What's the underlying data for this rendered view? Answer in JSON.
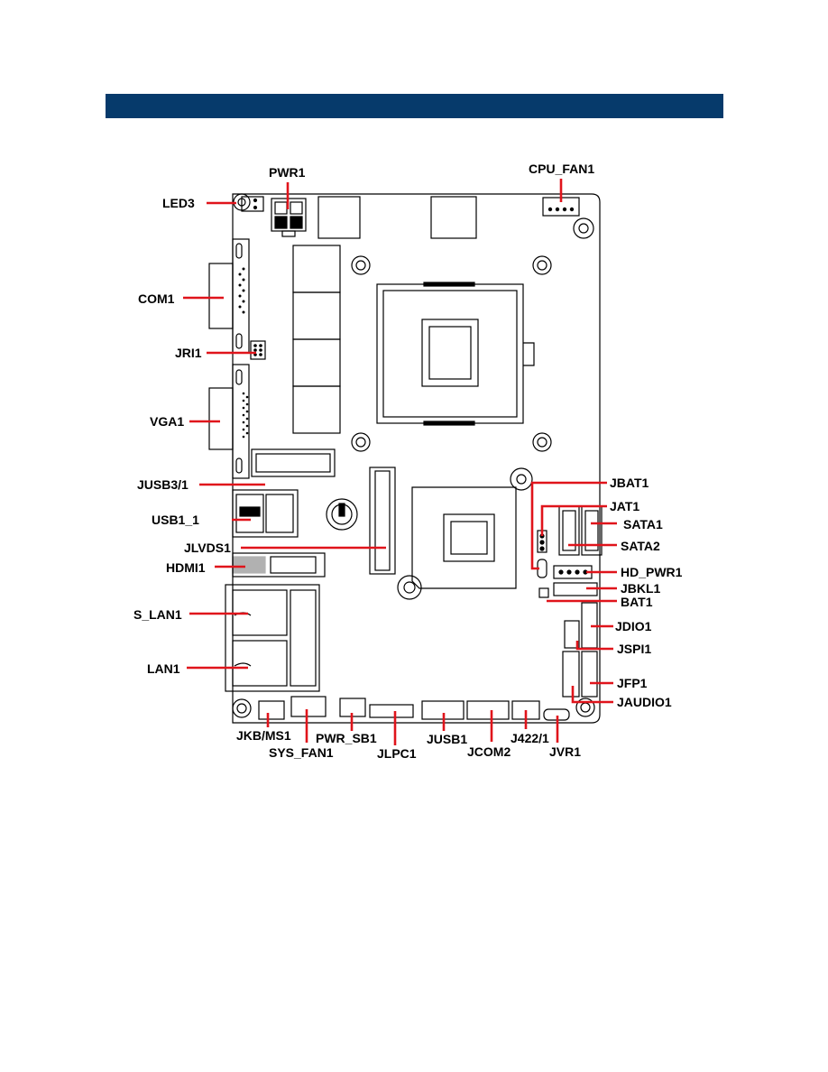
{
  "diagram": {
    "labels": {
      "pwr1": "PWR1",
      "cpu_fan1": "CPU_FAN1",
      "led3": "LED3",
      "com1": "COM1",
      "jri1": "JRI1",
      "vga1": "VGA1",
      "jusb3_1": "JUSB3/1",
      "usb1_1": "USB1_1",
      "jlvds1": "JLVDS1",
      "hdmi1": "HDMI1",
      "s_lan1": "S_LAN1",
      "lan1": "LAN1",
      "jbat1": "JBAT1",
      "jat1": "JAT1",
      "sata1": "SATA1",
      "sata2": "SATA2",
      "hd_pwr1": "HD_PWR1",
      "jbkl1": "JBKL1",
      "bat1": "BAT1",
      "jdio1": "JDIO1",
      "jspi1": "JSPI1",
      "jfp1": "JFP1",
      "jaudio1": "JAUDIO1",
      "jkb_ms1": "JKB/MS1",
      "sys_fan1": "SYS_FAN1",
      "pwr_sb1": "PWR_SB1",
      "jlpc1": "JLPC1",
      "jusb1": "JUSB1",
      "jcom2": "JCOM2",
      "j422_1": "J422/1",
      "jvr1": "JVR1"
    },
    "colors": {
      "header": "#063a6b",
      "leader": "#e0141b",
      "board": "#000000"
    }
  }
}
